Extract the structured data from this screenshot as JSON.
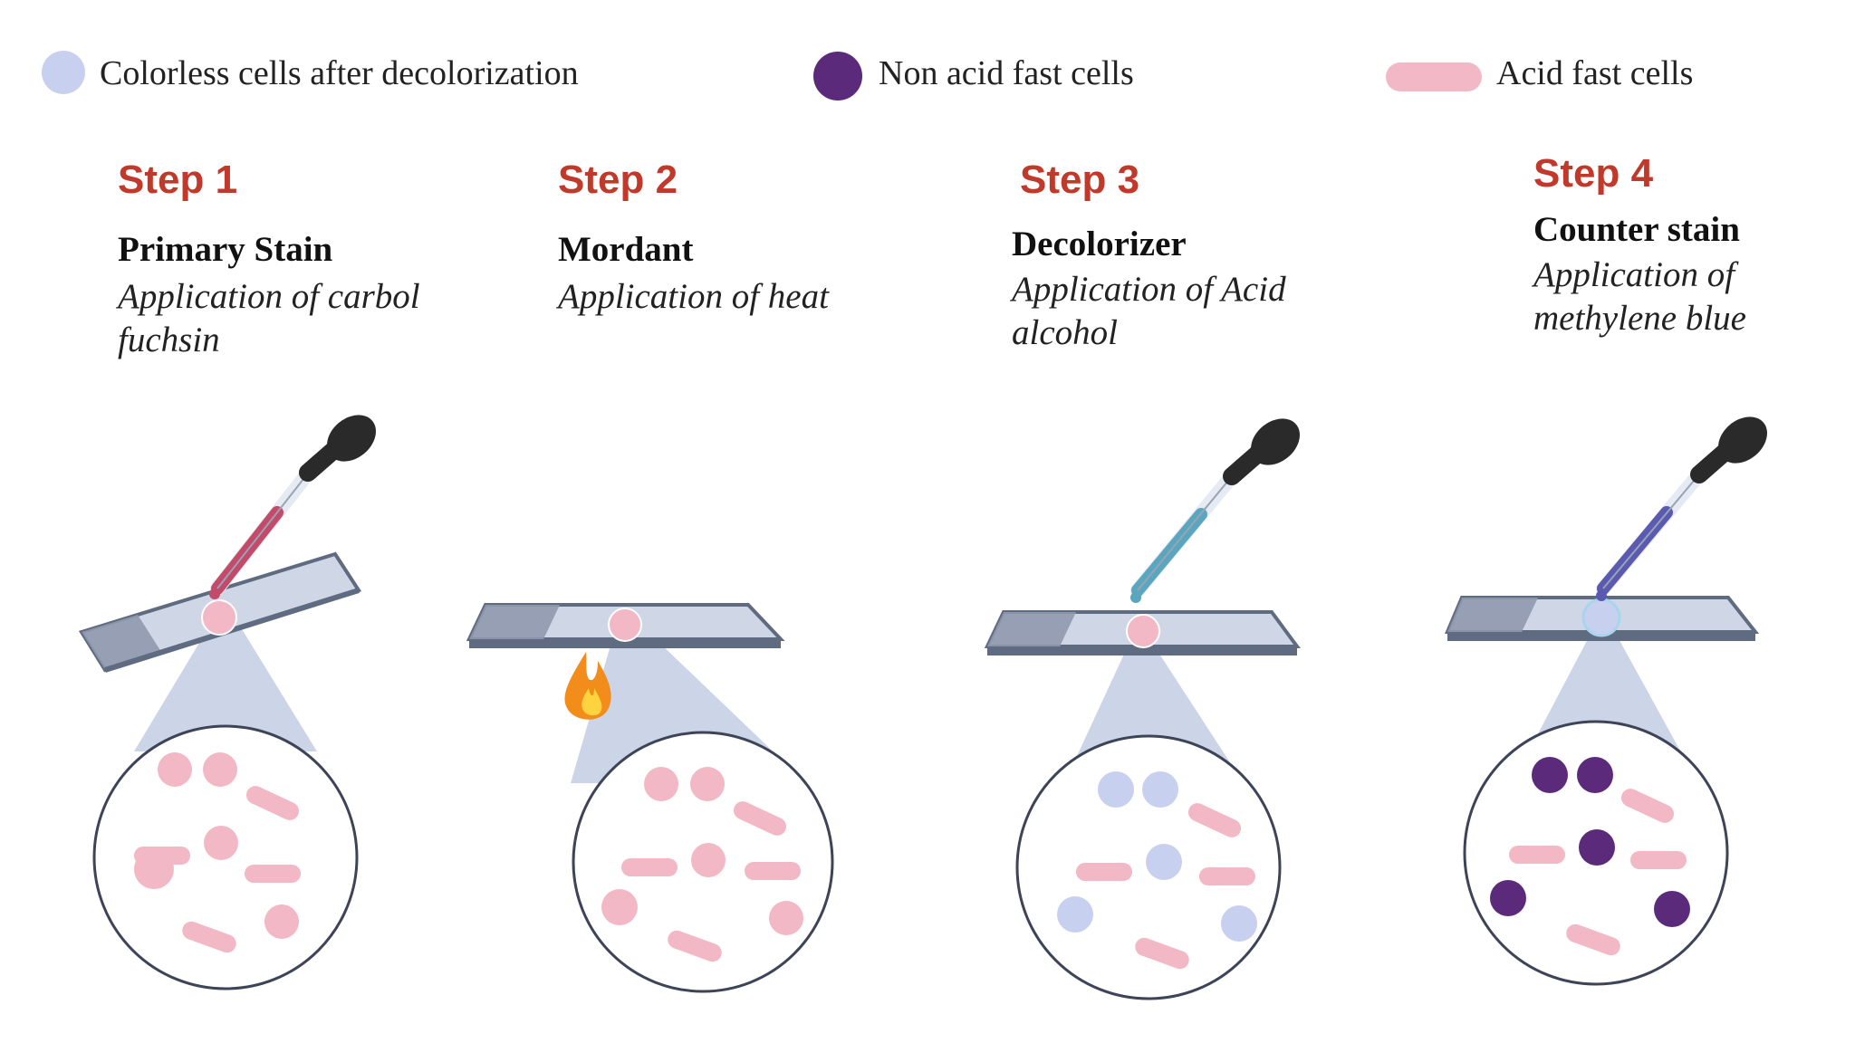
{
  "legend": {
    "colorless_label": "Colorless cells after decolorization",
    "non_acid_label": "Non acid fast cells",
    "acid_label": "Acid fast cells"
  },
  "steps": [
    {
      "step": "Step 1",
      "title": "Primary Stain",
      "desc_line1": "Application of carbol",
      "desc_line2": "fuchsin"
    },
    {
      "step": "Step 2",
      "title": "Mordant",
      "desc_line1": "Application of heat",
      "desc_line2": ""
    },
    {
      "step": "Step 3",
      "title": "Decolorizer",
      "desc_line1": "Application of Acid",
      "desc_line2": "alcohol"
    },
    {
      "step": "Step 4",
      "title": "Counter stain",
      "desc_line1": "Application of",
      "desc_line2": "methylene blue"
    }
  ],
  "colors": {
    "step_heading": "#c0392b",
    "title_text": "#111111",
    "desc_text": "#222222",
    "legend_text": "#222222",
    "colorless_cell": "#c8d0f0",
    "non_acid_cell": "#5b2a7a",
    "acid_fast_cell": "#f3b8c6",
    "carbol_fuchsin": "#c44a6a",
    "acid_alcohol": "#5aa6bf",
    "methylene_blue": "#5a5ab0",
    "slide_glass": "#cfd6e6",
    "slide_edge": "#5f6b80",
    "slide_label": "#8f99ad",
    "zoom_cone": "#c3cde3",
    "flame_outer": "#f28c1a",
    "flame_inner": "#ffd23f",
    "dropper_bulb": "#2a2a2a"
  },
  "icons": {
    "dropper": "dropper-icon",
    "flame": "flame-icon",
    "slide": "microscope-slide-icon",
    "magnifier": "magnified-view-icon"
  }
}
